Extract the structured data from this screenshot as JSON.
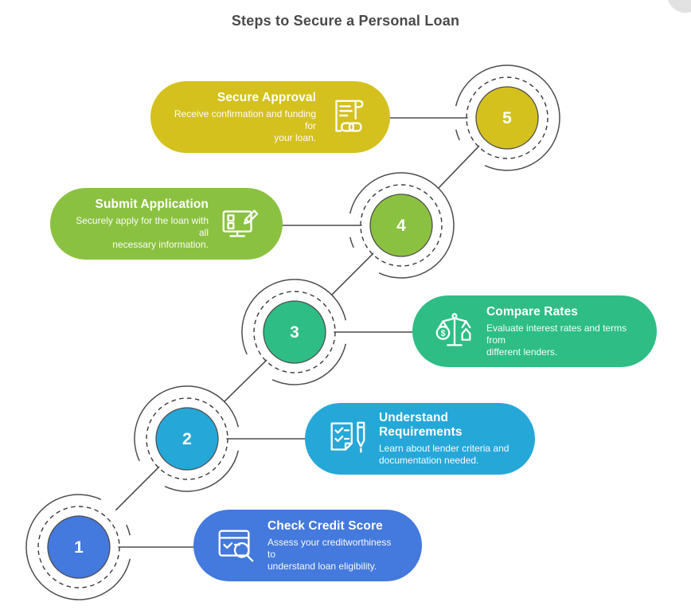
{
  "page": {
    "title": "Steps to Secure a Personal Loan"
  },
  "steps": [
    {
      "number": "1",
      "title": "Check Credit Score",
      "description": "Assess your creditworthiness to\nunderstand loan eligibility.",
      "color": "#4479dd",
      "icon": "credit-check-browser-magnifier-icon"
    },
    {
      "number": "2",
      "title": "Understand Requirements",
      "description": "Learn about lender criteria and\ndocumentation needed.",
      "color": "#25a8d8",
      "icon": "checklist-document-pen-icon"
    },
    {
      "number": "3",
      "title": "Compare Rates",
      "description": "Evaluate interest rates and terms from\ndifferent lenders.",
      "color": "#2ebd85",
      "icon": "balance-scale-dollar-icon"
    },
    {
      "number": "4",
      "title": "Submit Application",
      "description": "Securely apply for the loan with all\nnecessary information.",
      "color": "#8bc140",
      "icon": "monitor-pencil-form-icon"
    },
    {
      "number": "5",
      "title": "Secure Approval",
      "description": "Receive confirmation and funding for\nyour loan.",
      "color": "#d4c11e",
      "icon": "document-handshake-icon"
    }
  ],
  "line_color": "#4d4d4d"
}
